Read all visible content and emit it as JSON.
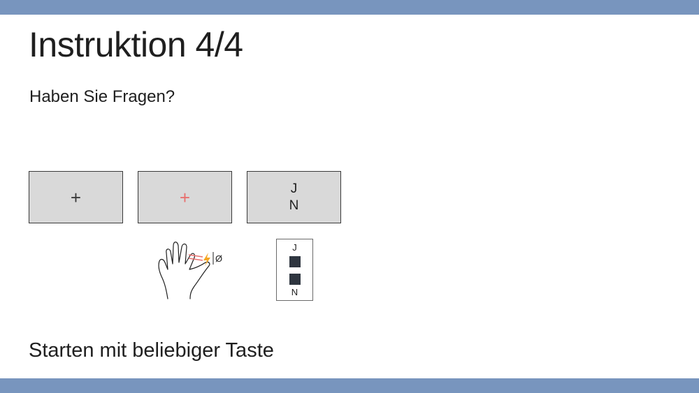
{
  "colors": {
    "bar": "#7895be",
    "fixation_neutral": "#3a3a3a",
    "fixation_red": "#e8706e",
    "bolt": "#f5a623"
  },
  "header": {
    "title": "Instruktion 4/4"
  },
  "body": {
    "question": "Haben Sie Fragen?"
  },
  "panels": [
    {
      "icon": "fixation-cross",
      "symbol": "+"
    },
    {
      "icon": "red-fixation-cross",
      "symbol": "+"
    },
    {
      "line1": "J",
      "line2": "N"
    }
  ],
  "hand_diagram": {
    "icon": "hand-with-stimulation-icon",
    "null_symbol": "Ø"
  },
  "keypad": {
    "top_label": "J",
    "bottom_label": "N"
  },
  "footer": {
    "start_text": "Starten mit beliebiger Taste"
  }
}
